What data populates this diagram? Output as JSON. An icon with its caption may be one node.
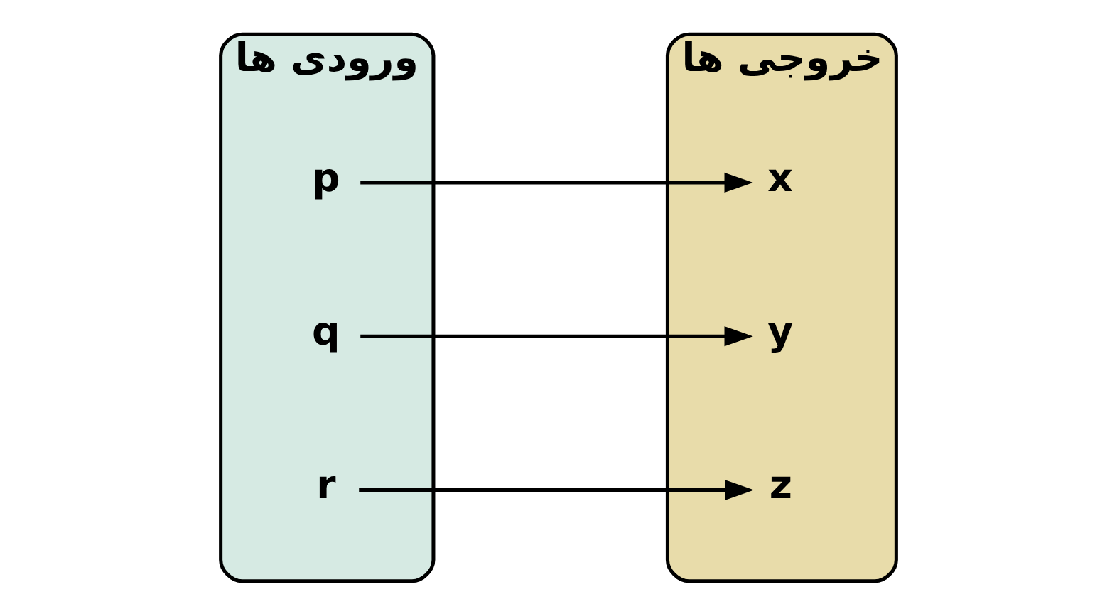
{
  "diagram": {
    "nodes": [
      {
        "text": [
          "ورودی ها"
        ]
      },
      {
        "text": [
          "p"
        ],
        "in": 0
      },
      {
        "text": [
          "q"
        ],
        "in": 0
      },
      {
        "text": [
          "r"
        ],
        "in": 0
      },
      {
        "text": [
          "خروجی ها"
        ]
      },
      {
        "text": [
          "x"
        ],
        "in": 4
      },
      {
        "text": [
          "y"
        ],
        "in": 4
      },
      {
        "text": [
          "z"
        ],
        "in": 4
      }
    ],
    "edges": [
      {
        "from": 1,
        "to": 5,
        "arrow": "to"
      },
      {
        "from": 2,
        "to": 6,
        "arrow": "to"
      },
      {
        "from": 3,
        "to": 7,
        "arrow": "to"
      }
    ]
  }
}
